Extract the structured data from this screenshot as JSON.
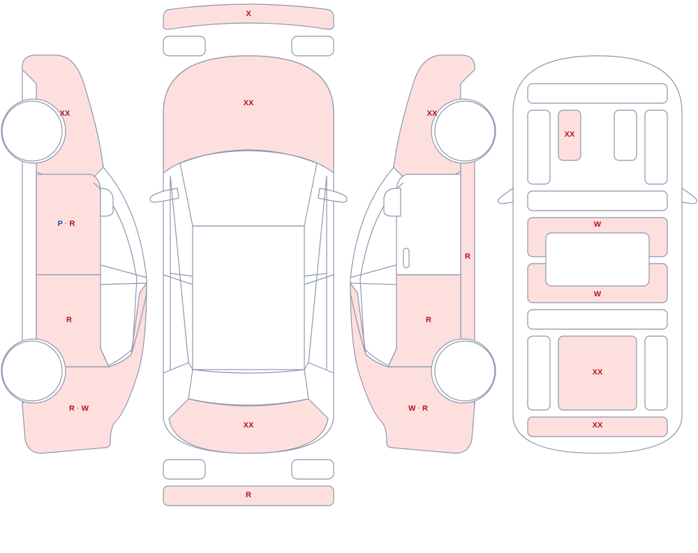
{
  "colors": {
    "damaged_fill": "#fde0de",
    "clear_fill": "#ffffff",
    "outline": "#8c95ad",
    "code_red": "#b5121b",
    "code_blue": "#1f4fb5",
    "code_separator": "#8c95ad"
  },
  "separator": "·",
  "labels": {
    "front_bumper": [
      "X"
    ],
    "hood": [
      "XX"
    ],
    "trunk_lid": [
      "XX"
    ],
    "rear_bumper": [
      "R"
    ],
    "left_front_fender": [
      "XX"
    ],
    "left_front_door": [
      "P",
      "R"
    ],
    "left_rear_door": [
      "R"
    ],
    "left_rear_quarter": [
      "R",
      "W"
    ],
    "right_front_fender": [
      "XX"
    ],
    "right_rocker": [
      "R"
    ],
    "right_rear_door": [
      "R"
    ],
    "right_rear_quarter": [
      "W",
      "R"
    ],
    "interior_front_seat": [
      "XX"
    ],
    "interior_panel_w1": [
      "W"
    ],
    "interior_panel_w2": [
      "W"
    ],
    "interior_rear_seat": [
      "XX"
    ],
    "interior_rear_panel": [
      "XX"
    ]
  },
  "code_colors": {
    "P": "#1f4fb5",
    "R": "#b5121b",
    "W": "#b5121b",
    "X": "#b5121b",
    "XX": "#b5121b"
  }
}
